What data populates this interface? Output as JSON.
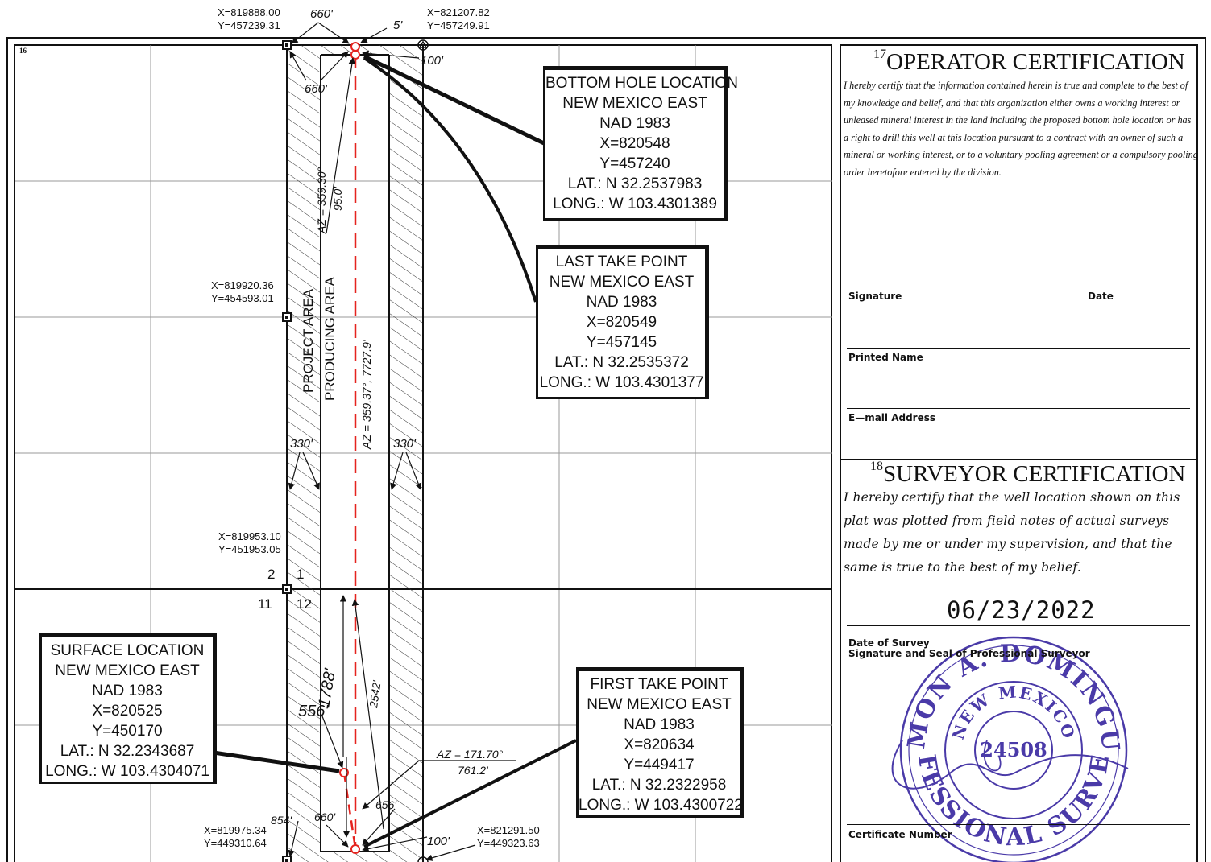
{
  "section_labels": {
    "corner_section": "16",
    "sec_top_left": "2",
    "sec_top_right": "1",
    "sec_bottom_left": "11",
    "sec_bottom_right": "12"
  },
  "coordinates": {
    "nw_corner": {
      "x": "X=819888.00",
      "y": "Y=457239.31"
    },
    "ne_corner": {
      "x": "X=821207.82",
      "y": "Y=457249.91"
    },
    "w_mid_1": {
      "x": "X=819920.36",
      "y": "Y=454593.01"
    },
    "w_mid_2": {
      "x": "X=819953.10",
      "y": "Y=451953.05"
    },
    "sw_corner": {
      "x": "X=819975.34",
      "y": "Y=449310.64"
    },
    "se_corner": {
      "x": "X=821291.50",
      "y": "Y=449323.63"
    }
  },
  "dimensions": {
    "top_660": "660'",
    "top_5": "5'",
    "top_100": "100'",
    "top_660_inner": "660'",
    "az_top": "AZ = 359.30°",
    "d95": "95.0'",
    "project_area": "PROJECT AREA",
    "producing_area": "PRODUCING AREA",
    "az_main": "AZ = 359.37°, 7727.9'",
    "left_330": "330'",
    "right_330": "330'",
    "d556": "556'",
    "d1788": "1788'",
    "d2542": "2542'",
    "az_bottom": "AZ = 171.70°",
    "d761": "761.2'",
    "d854": "854'",
    "d660_bottom": "660'",
    "d656": "656'",
    "d100_bottom": "100'"
  },
  "boxes": {
    "bottom_hole": {
      "lines": [
        "BOTTOM HOLE LOCATION",
        "NEW MEXICO EAST",
        "NAD 1983",
        "X=820548",
        "Y=457240",
        "LAT.: N 32.2537983",
        "LONG.: W 103.4301389"
      ]
    },
    "last_take": {
      "lines": [
        "LAST TAKE POINT",
        "NEW MEXICO EAST",
        "NAD 1983",
        "X=820549",
        "Y=457145",
        "LAT.: N 32.2535372",
        "LONG.: W 103.4301377"
      ]
    },
    "surface": {
      "lines": [
        "SURFACE LOCATION",
        "NEW MEXICO EAST",
        "NAD 1983",
        "X=820525",
        "Y=450170",
        "LAT.: N 32.2343687",
        "LONG.: W 103.4304071"
      ]
    },
    "first_take": {
      "lines": [
        "FIRST TAKE POINT",
        "NEW MEXICO EAST",
        "NAD 1983",
        "X=820634",
        "Y=449417",
        "LAT.: N 32.2322958",
        "LONG.: W 103.4300722"
      ]
    }
  },
  "operator_cert": {
    "number": "17",
    "title": "OPERATOR CERTIFICATION",
    "text": "I hereby certify that the information contained herein is true and complete to the best of my knowledge and belief, and that this organization either owns a working interest or unleased mineral interest in the land including the proposed bottom hole location or has a right to drill this well at this location pursuant to a contract with an owner of such a mineral or working interest, or to a voluntary pooling agreement or a compulsory pooling order heretofore entered by the division.",
    "signature_label": "Signature",
    "date_label": "Date",
    "printed_name_label": "Printed Name",
    "email_label": "E—mail Address"
  },
  "surveyor_cert": {
    "number": "18",
    "title": "SURVEYOR CERTIFICATION",
    "text": "I hereby certify that the well location shown on this plat was plotted from field notes of actual surveys made by me or under my supervision, and that the same is true to the best of my belief.",
    "survey_date": "06/23/2022",
    "date_of_survey_label": "Date of Survey",
    "signature_seal_label": "Signature and Seal of Professional Surveyor",
    "certificate_number_label": "Certificate Number"
  },
  "seal": {
    "name": "RAMON A. DOMINGUEZ",
    "state": "NEW MEXICO",
    "number": "24508",
    "profession": "PROFESSIONAL SURVEYOR"
  },
  "colors": {
    "ink": "#111111",
    "red": "#e5231f",
    "seal": "#4a3aa8",
    "grid": "#9a9a9a"
  }
}
